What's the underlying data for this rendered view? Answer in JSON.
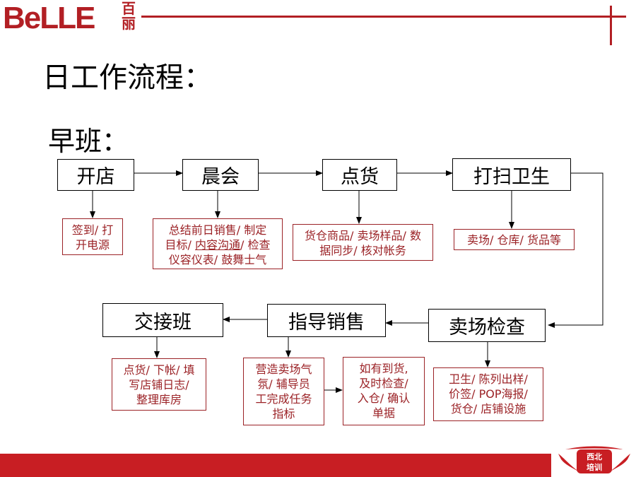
{
  "header": {
    "logo_text": "BeLLE",
    "logo_cn_1": "百",
    "logo_cn_2": "丽"
  },
  "title": "日工作流程：",
  "section": "早班：",
  "steps": {
    "open_store": "开店",
    "morning_meeting": "晨会",
    "count_goods": "点货",
    "cleaning": "打扫卫生",
    "floor_check": "卖场检查",
    "guide_sales": "指导销售",
    "handover": "交接班"
  },
  "notes": {
    "open_store": [
      "签到/ 打",
      "开电源"
    ],
    "morning_meeting": {
      "line1": "总结前日销售/ 制定",
      "line2_a": "目标/ ",
      "line2_u": "内容沟通",
      "line2_b": "/ 检查",
      "line3": "仪容仪表/ 鼓舞士气"
    },
    "count_goods": [
      "货仓商品/ 卖场样品/ 数",
      "据同步/ 核对帐务"
    ],
    "cleaning": [
      "卖场/ 仓库/ 货品等"
    ],
    "floor_check": [
      "卫生/ 陈列出样/",
      "价签/ POP海报/",
      "货仓/ 店铺设施"
    ],
    "guide_sales": [
      "营造卖场气",
      "氛/ 辅导员",
      "工完成任务",
      "指标"
    ],
    "arrivals": [
      "如有到货,",
      "及时检查/",
      "入仓/ 确认",
      "单据"
    ],
    "handover": [
      "点货/ 下帐/ 填",
      "写店铺日志/",
      "整理库房"
    ]
  },
  "footer": {
    "seal_line1": "西北",
    "seal_line2": "培训"
  },
  "colors": {
    "brand_red": "#b21f24",
    "note_red": "#9b2226",
    "footer_red": "#c81e23"
  }
}
